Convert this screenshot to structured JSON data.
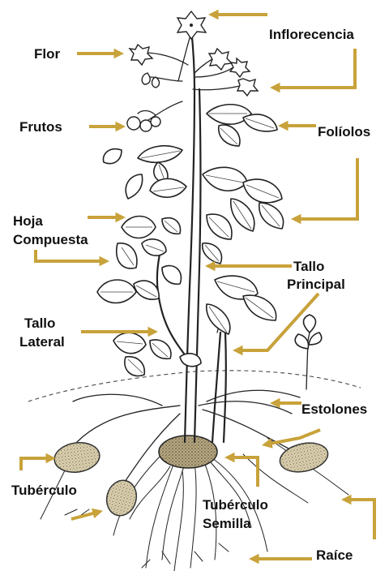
{
  "labels": {
    "inflorescencia": "Inflorecencia",
    "flor": "Flor",
    "frutos": "Frutos",
    "foliolos": "Folíolos",
    "hoja_line1": "Hoja",
    "hoja_line2": "Compuesta",
    "tallo_principal_line1": "Tallo",
    "tallo_principal_line2": "Principal",
    "tallo_lateral_line1": "Tallo",
    "tallo_lateral_line2": "Lateral",
    "estolones": "Estolones",
    "tuberculo": "Tubérculo",
    "tuberculo_semilla_line1": "Tubérculo",
    "tuberculo_semilla_line2": "Semilla",
    "raice": "Raíce"
  },
  "colors": {
    "arrow": "#c8a23a",
    "outline": "#222222",
    "tuber_fill": "#d9cfae"
  }
}
